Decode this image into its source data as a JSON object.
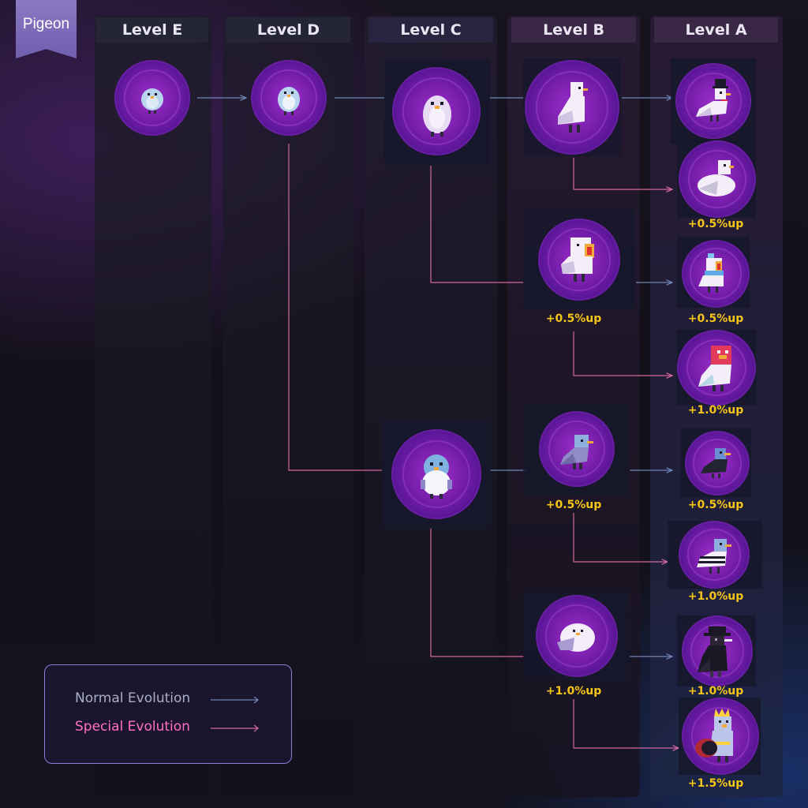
{
  "tag": {
    "label": "Pigeon"
  },
  "levels": [
    {
      "id": "E",
      "label": "Level E"
    },
    {
      "id": "D",
      "label": "Level D"
    },
    {
      "id": "C",
      "label": "Level C"
    },
    {
      "id": "B",
      "label": "Level B"
    },
    {
      "id": "A",
      "label": "Level A"
    }
  ],
  "nodes": {
    "e1": {
      "name": "pigeon-e1",
      "rate": ""
    },
    "d1": {
      "name": "pigeon-d1",
      "rate": ""
    },
    "c1": {
      "name": "pigeon-c1",
      "rate": ""
    },
    "c2": {
      "name": "pigeon-c2",
      "rate": ""
    },
    "b1": {
      "name": "pigeon-b1",
      "rate": ""
    },
    "b2": {
      "name": "pigeon-b2",
      "rate": "+0.5%up"
    },
    "b3": {
      "name": "pigeon-b3",
      "rate": "+0.5%up"
    },
    "b4": {
      "name": "pigeon-b4",
      "rate": "+1.0%up"
    },
    "a1": {
      "name": "pigeon-a1",
      "rate": ""
    },
    "a2": {
      "name": "pigeon-a2",
      "rate": "+0.5%up"
    },
    "a3": {
      "name": "pigeon-a3",
      "rate": "+0.5%up"
    },
    "a4": {
      "name": "pigeon-a4",
      "rate": "+1.0%up"
    },
    "a5": {
      "name": "pigeon-a5",
      "rate": "+0.5%up"
    },
    "a6": {
      "name": "pigeon-a6",
      "rate": "+1.0%up"
    },
    "a7": {
      "name": "pigeon-a7",
      "rate": "+1.0%up"
    },
    "a8": {
      "name": "pigeon-a8",
      "rate": "+1.5%up"
    }
  },
  "legend": {
    "normal": "Normal Evolution",
    "special": "Special Evolution"
  },
  "colors": {
    "normal_line": "#6f86b5",
    "special_line": "#d2679e",
    "rate_text": "#f5c518",
    "orb": "#7a1fae"
  }
}
